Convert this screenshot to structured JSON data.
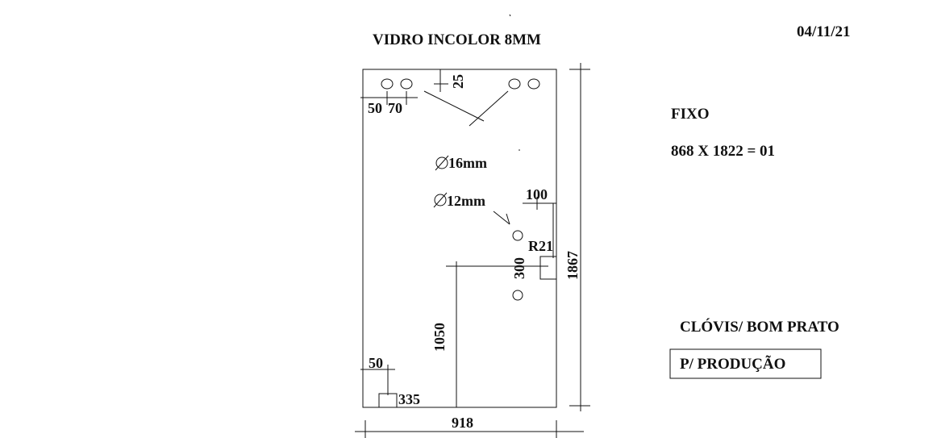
{
  "header": {
    "title": "VIDRO INCOLOR 8MM",
    "date": "04/11/21"
  },
  "dimensions": {
    "top_hole_offset": "25",
    "hole_left_offset": "50",
    "hole_spacing": "70",
    "large_hole_diameter": "16mm",
    "small_hole_diameter": "12mm",
    "notch_edge_offset": "100",
    "corner_radius": "R21",
    "hole_pair_spacing": "300",
    "total_height": "1867",
    "notch_height": "1050",
    "bottom_left_offset": "50",
    "bottom_notch": "335",
    "total_width": "918"
  },
  "info": {
    "type": "FIXO",
    "measure": "868 X 1822 = 01",
    "client": "CLÓVIS/ BOM PRATO",
    "stamp": "P/ PRODUÇÃO"
  },
  "colors": {
    "ink": "#111111",
    "background": "#ffffff"
  }
}
